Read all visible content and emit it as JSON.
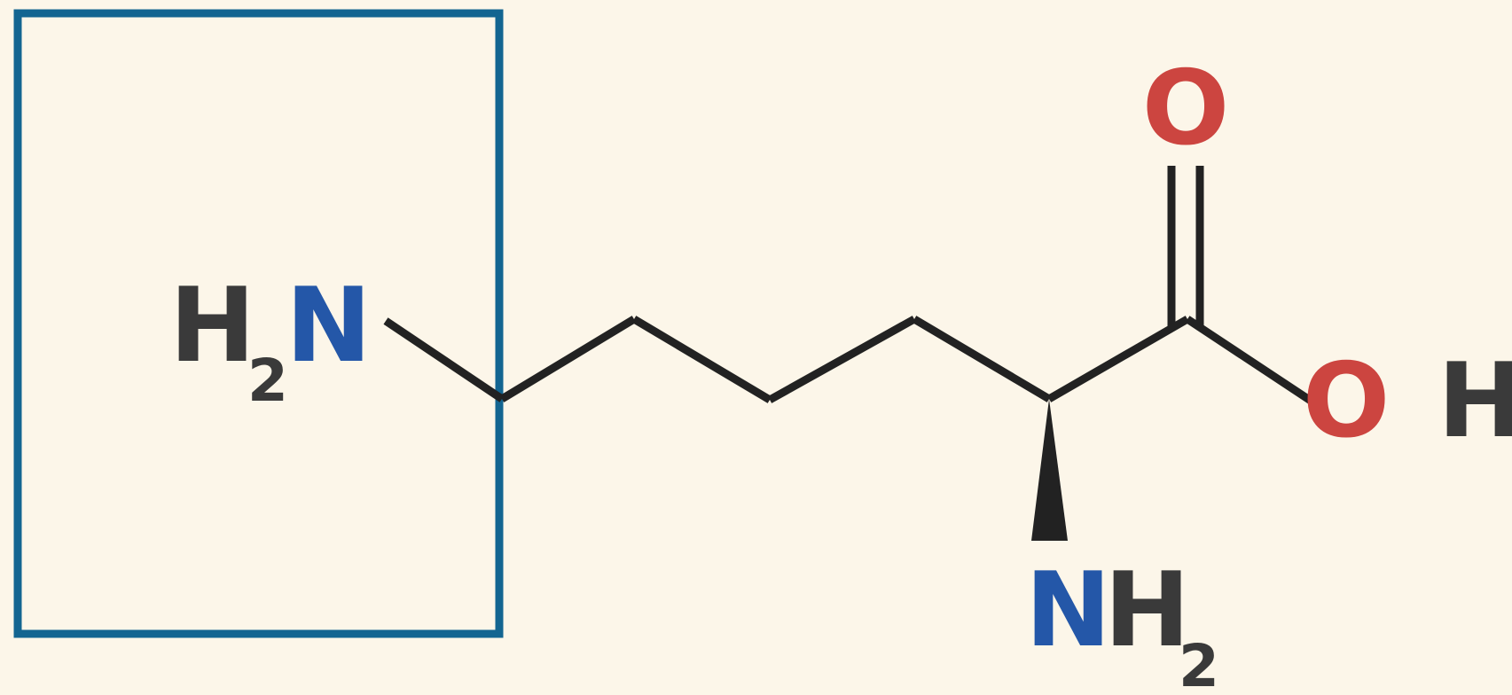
{
  "colors": {
    "background": "#fcf6e9",
    "bond": "#222222",
    "hydrogen": "#3a3a3a",
    "nitrogen": "#2457a8",
    "oxygen": "#cc4540",
    "highlight_box": "#136591"
  },
  "atoms": {
    "terminal_amine": {
      "h": "H",
      "h_count": "2",
      "n": "N"
    },
    "carbonyl_oxygen": {
      "o": "O"
    },
    "hydroxyl": {
      "o": "O",
      "h": "H"
    },
    "alpha_amine": {
      "n": "N",
      "h": "H",
      "h_count": "2"
    }
  }
}
